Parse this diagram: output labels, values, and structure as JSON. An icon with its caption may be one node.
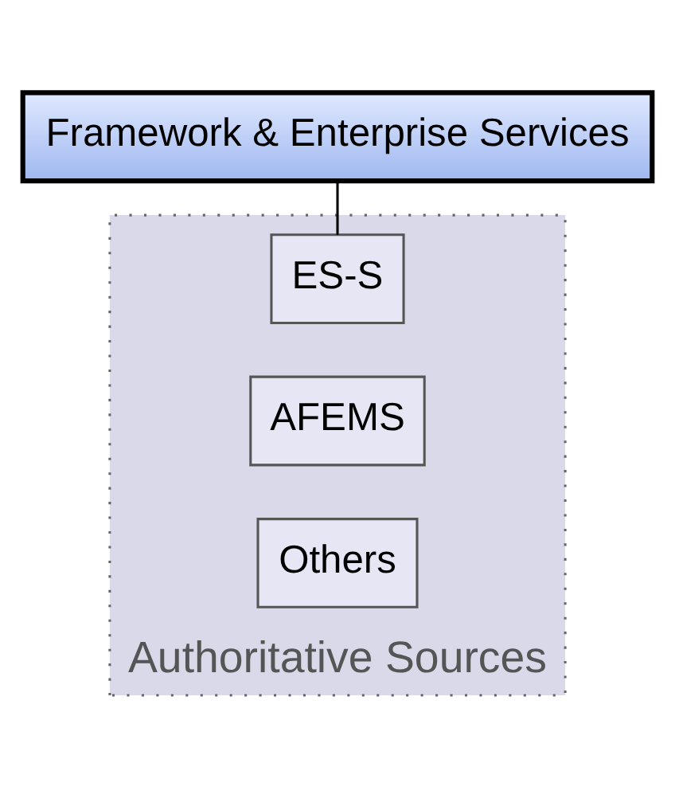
{
  "diagram": {
    "nodes": [
      {
        "text": [
          "Framework & Enterprise Services"
        ]
      },
      {
        "text": [
          "Authoritative Sources"
        ]
      },
      {
        "text": [
          "ES-S"
        ],
        "in": 1
      },
      {
        "text": [
          "AFEMS"
        ],
        "in": 1
      },
      {
        "text": [
          "Others"
        ],
        "in": 1
      }
    ],
    "edges": [
      {
        "from": 0,
        "to": 2,
        "arrow": "none"
      }
    ]
  }
}
